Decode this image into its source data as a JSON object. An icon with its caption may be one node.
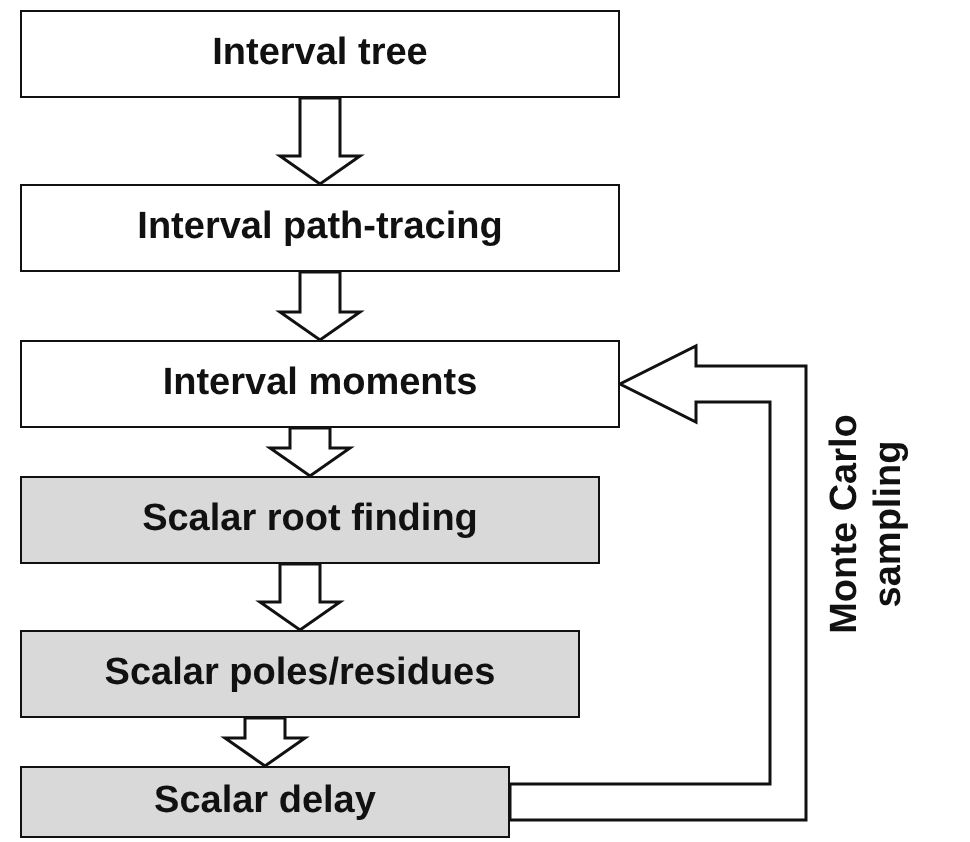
{
  "diagram": {
    "nodes": [
      {
        "text": [
          "Interval tree"
        ]
      },
      {
        "text": [
          "Interval path-tracing"
        ]
      },
      {
        "text": [
          "Interval moments"
        ]
      },
      {
        "text": [
          "Scalar root finding"
        ]
      },
      {
        "text": [
          "Scalar poles/residues"
        ]
      },
      {
        "text": [
          "Scalar delay"
        ]
      }
    ],
    "edges": [
      {
        "from": 0,
        "to": 1,
        "arrow": "to"
      },
      {
        "from": 1,
        "to": 2,
        "arrow": "to"
      },
      {
        "from": 2,
        "to": 3,
        "arrow": "to"
      },
      {
        "from": 3,
        "to": 4,
        "arrow": "to"
      },
      {
        "from": 4,
        "to": 5,
        "arrow": "to"
      },
      {
        "from": 5,
        "to": 2,
        "arrow": "to",
        "label": "Monte Carlo sampling"
      }
    ]
  }
}
